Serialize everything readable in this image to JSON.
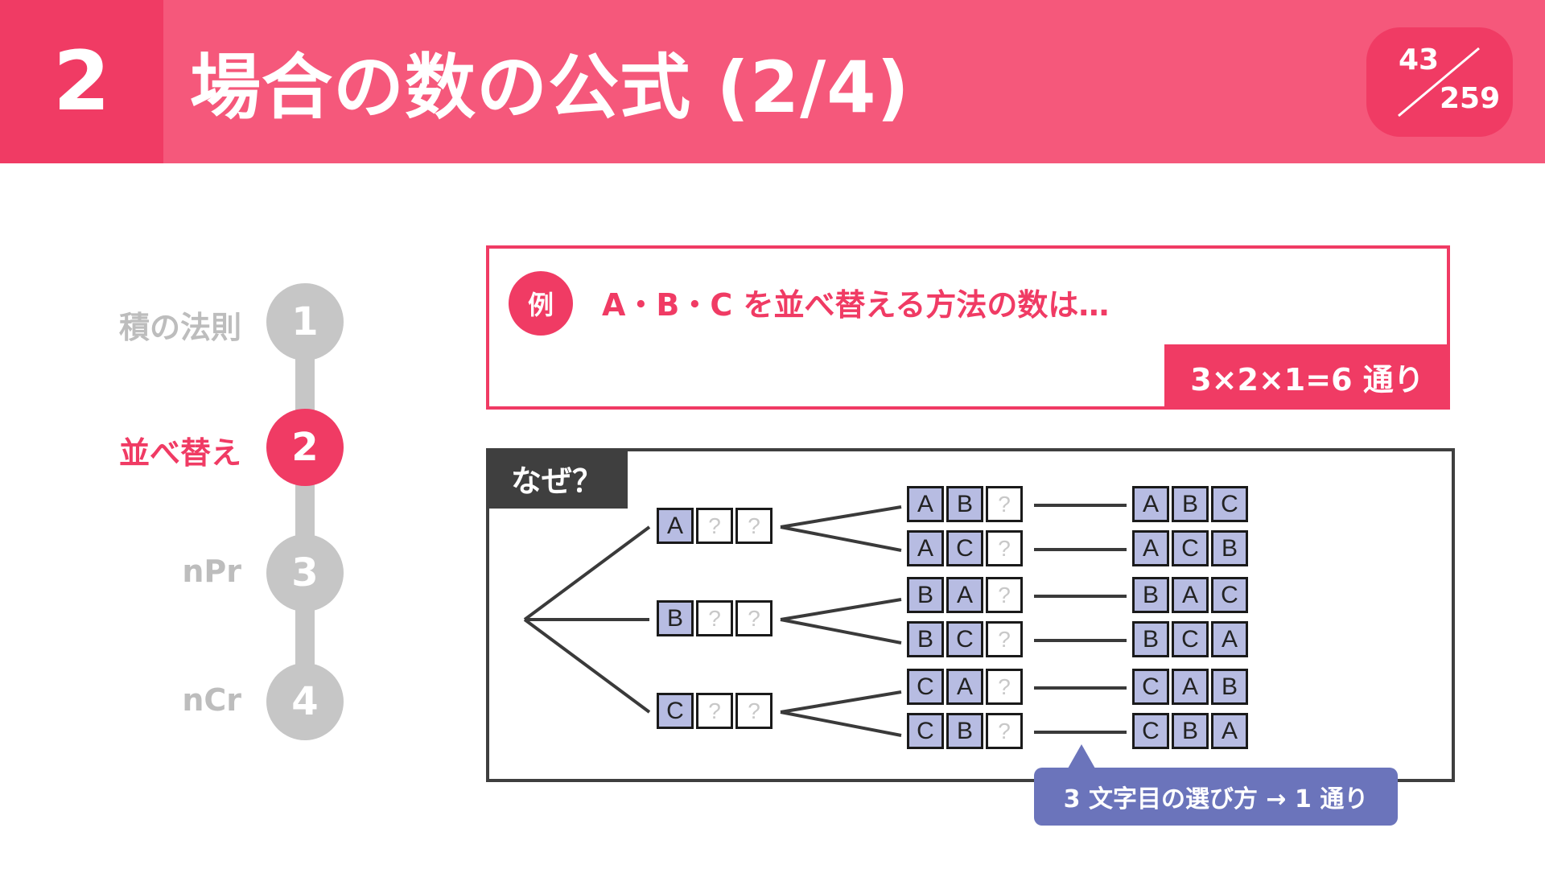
{
  "header": {
    "chapter_number": "2",
    "title": "場合の数の公式 (2/4)",
    "page_current": "43",
    "page_total": "259"
  },
  "steps": [
    {
      "label": "積の法則",
      "number": "1",
      "active": false
    },
    {
      "label": "並べ替え",
      "number": "2",
      "active": true
    },
    {
      "label": "nPr",
      "number": "3",
      "active": false
    },
    {
      "label": "nCr",
      "number": "4",
      "active": false
    }
  ],
  "example": {
    "badge": "例",
    "question": "A・B・C を並べ替える方法の数は…",
    "answer": "3×2×1=6 通り"
  },
  "why": {
    "label": "なぜ？",
    "first_level": [
      [
        "A",
        "?",
        "?"
      ],
      [
        "B",
        "?",
        "?"
      ],
      [
        "C",
        "?",
        "?"
      ]
    ],
    "second_level": [
      [
        "A",
        "B",
        "?"
      ],
      [
        "A",
        "C",
        "?"
      ],
      [
        "B",
        "A",
        "?"
      ],
      [
        "B",
        "C",
        "?"
      ],
      [
        "C",
        "A",
        "?"
      ],
      [
        "C",
        "B",
        "?"
      ]
    ],
    "third_level": [
      [
        "A",
        "B",
        "C"
      ],
      [
        "A",
        "C",
        "B"
      ],
      [
        "B",
        "A",
        "C"
      ],
      [
        "B",
        "C",
        "A"
      ],
      [
        "C",
        "A",
        "B"
      ],
      [
        "C",
        "B",
        "A"
      ]
    ],
    "callout": "3 文字目の選び方 → 1 通り"
  },
  "colors": {
    "header_bg": "#f5587b",
    "accent": "#f03b64",
    "inactive": "#c6c6c6",
    "dark": "#3f3f3f",
    "cell_fill": "#b7bce2",
    "callout": "#6b74bb"
  }
}
